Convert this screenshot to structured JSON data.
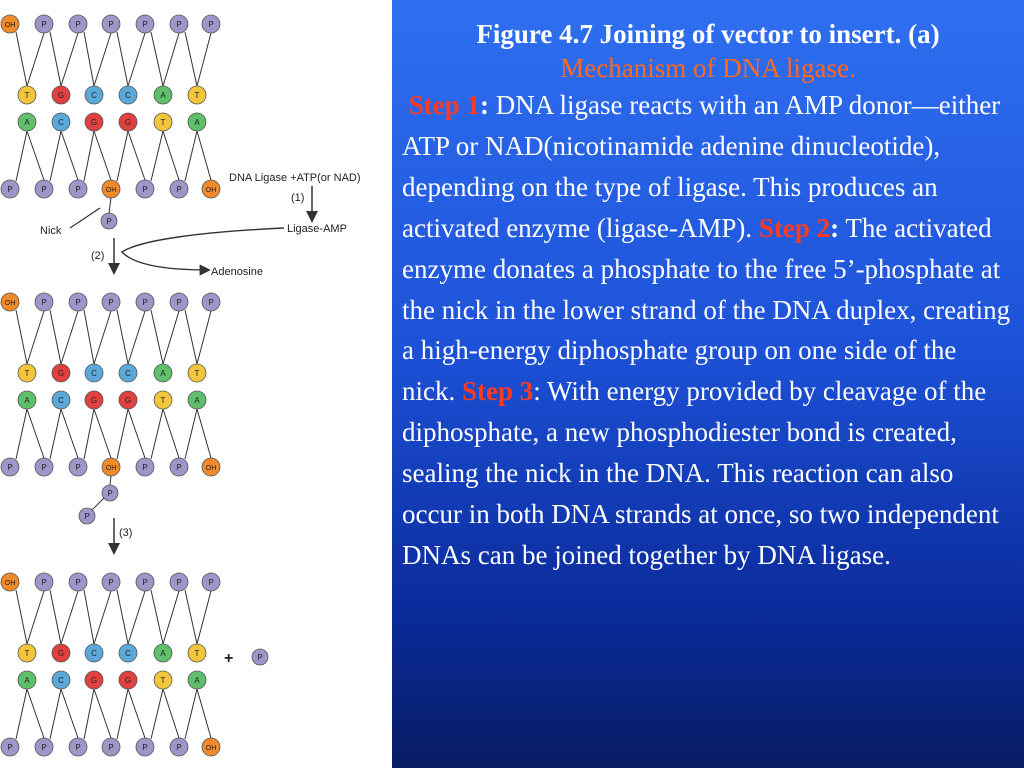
{
  "colors": {
    "panel_top": "#2f6ff0",
    "panel_bottom": "#071c63",
    "title_text": "#ffffff",
    "subtitle": "#ff6a1f",
    "step_label": "#ff3b1f",
    "P": "#9e96c8",
    "OH": "#f28a2c",
    "T": "#f2c53c",
    "G": "#e04040",
    "C": "#5aa9d8",
    "A": "#5fbf6a"
  },
  "diagram": {
    "labels": {
      "dna_ligase": "DNA Ligase +ATP(or NAD)",
      "step1": "(1)",
      "nick": "Nick",
      "ligase_amp": "Ligase-AMP",
      "step2": "(2)",
      "adenosine": "Adenosine",
      "step3": "(3)",
      "plus": "+"
    },
    "top_strand_bases": [
      "T",
      "G",
      "C",
      "C",
      "A",
      "T"
    ],
    "bottom_strand_bases": [
      "A",
      "C",
      "G",
      "G",
      "T",
      "A"
    ],
    "panels": [
      {
        "top": [
          "OH",
          "P",
          "P",
          "P",
          "P",
          "P",
          "P"
        ],
        "bottom": [
          "P",
          "P",
          "P",
          "OH",
          "P",
          "P",
          "OH"
        ],
        "nick_chain": [
          "P"
        ]
      },
      {
        "top": [
          "OH",
          "P",
          "P",
          "P",
          "P",
          "P",
          "P"
        ],
        "bottom": [
          "P",
          "P",
          "P",
          "OH",
          "P",
          "P",
          "OH"
        ],
        "nick_chain": [
          "P",
          "P"
        ]
      },
      {
        "top": [
          "OH",
          "P",
          "P",
          "P",
          "P",
          "P",
          "P"
        ],
        "bottom": [
          "P",
          "P",
          "P",
          "P",
          "P",
          "P",
          "OH"
        ],
        "nick_chain": [],
        "released": "P"
      }
    ]
  },
  "text": {
    "title": "Figure 4.7  Joining of vector to insert. (a)",
    "subtitle": "Mechanism of DNA ligase.",
    "step1_label": "Step 1",
    "step1_colon": ":",
    "step1_text": " DNA ligase reacts with an AMP donor—either ATP or NAD(nicotinamide adenine dinucleotide), depending on the type of ligase. This produces an activated enzyme (ligase-AMP). ",
    "step2_label": "Step 2",
    "step2_colon": ":",
    "step2_text": " The activated enzyme donates a phosphate to the free 5’-phosphate at the nick in the lower strand of the DNA duplex, creating a high-energy diphosphate group on one side of the nick. ",
    "step3_label": "Step 3",
    "step3_text": ": With energy provided by cleavage of the diphosphate, a new phosphodiester bond is created, sealing the nick in the DNA. This reaction can also occur in both DNA strands at once, so two independent DNAs can be joined together by DNA ligase."
  }
}
